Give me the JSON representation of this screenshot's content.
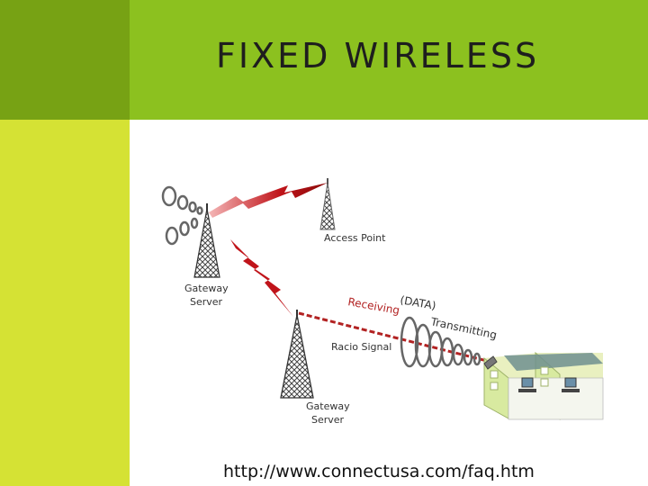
{
  "slide": {
    "title": "FIXED WIRELESS",
    "source_url": "http://www.connectusa.com/faq.htm"
  },
  "diagram": {
    "labels": {
      "access_point": "Access Point",
      "gateway_server_top_line1": "Gateway",
      "gateway_server_top_line2": "Server",
      "gateway_server_bottom_line1": "Gateway",
      "gateway_server_bottom_line2": "Server",
      "radio_signal": "Racio Signal",
      "receiving": "Receiving",
      "data": "(DATA)",
      "transmitting": "Transmitting"
    }
  },
  "colors": {
    "header_green": "#8cc11f",
    "corner_green": "#77a214",
    "sidebar_lime": "#d5e234",
    "lightning_red": "#c0141a",
    "signal_red": "#b22222"
  }
}
